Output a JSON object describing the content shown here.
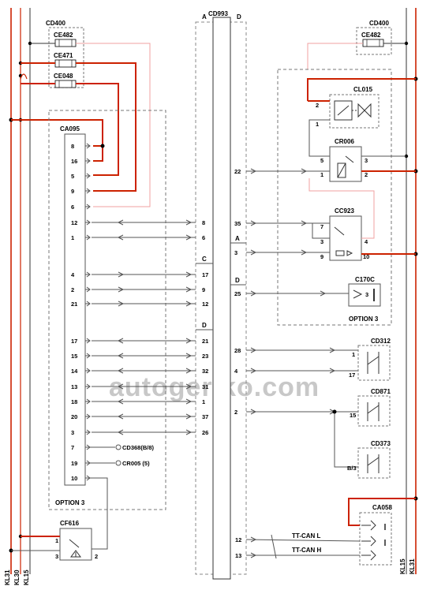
{
  "watermark": "autogeriko.com",
  "connector": {
    "name": "CD993",
    "side_left": "A",
    "side_right": "D"
  },
  "rails_left": [
    "KL31",
    "KL30",
    "KL15"
  ],
  "rails_right": [
    "KL15",
    "KL31"
  ],
  "fuse_box_left": {
    "name": "CD400",
    "fuses": [
      "CE482",
      "CE471",
      "CE048"
    ]
  },
  "fuse_box_right": {
    "name": "CD400",
    "fuse": "CE482"
  },
  "module_ca095": {
    "name": "CA095",
    "option_label": "OPTION 3",
    "pins": [
      "8",
      "16",
      "5",
      "9",
      "6",
      "12",
      "1",
      "4",
      "2",
      "21",
      "17",
      "15",
      "14",
      "13",
      "18",
      "20",
      "3",
      "7",
      "19",
      "10"
    ],
    "refs": [
      "CD368(B/8)",
      "CR005 (5)"
    ]
  },
  "cd993_pins_left": [
    "8",
    "6",
    "17",
    "9",
    "12",
    "21",
    "23",
    "32",
    "31",
    "1",
    "37",
    "26",
    "12",
    "13"
  ],
  "cd993_pins_right": [
    "22",
    "35",
    "3",
    "25",
    "28",
    "4",
    "2"
  ],
  "cd993_section_labels": [
    "C",
    "D",
    "A",
    "D"
  ],
  "option3_right": {
    "label": "OPTION 3",
    "components": {
      "cl015": {
        "name": "CL015",
        "pins": [
          "2",
          "1"
        ]
      },
      "cr006": {
        "name": "CR006",
        "pins": [
          "5",
          "3",
          "1",
          "2"
        ]
      },
      "cc923": {
        "name": "CC923",
        "pins": [
          "7",
          "3",
          "4",
          "9",
          "10"
        ]
      },
      "c170c": {
        "name": "C170C",
        "pin": "3"
      }
    }
  },
  "switches": {
    "cd312": {
      "name": "CD312",
      "pins": [
        "1",
        "17"
      ]
    },
    "cd871": {
      "name": "CD871",
      "pin": "15"
    },
    "cd373": {
      "name": "CD373",
      "pin": "B/3"
    }
  },
  "ca058": {
    "name": "CA058"
  },
  "can_lines": [
    "TT-CAN L",
    "TT-CAN H"
  ],
  "cf616": {
    "name": "CF616",
    "pins": [
      "1",
      "3",
      "2"
    ]
  },
  "colors": {
    "power_wire": "#cc2200",
    "thin_wire": "#f0a0a0",
    "line": "#333333"
  }
}
